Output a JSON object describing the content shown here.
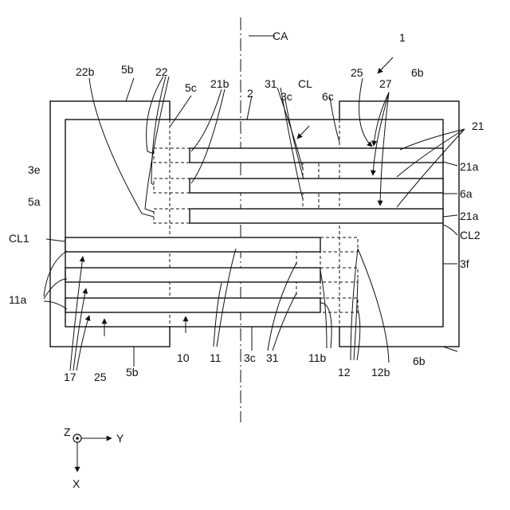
{
  "figure": {
    "labels": {
      "n1": "1",
      "CA": "CA",
      "CL": "CL",
      "CL1": "CL1",
      "CL2": "CL2",
      "n2": "2",
      "n3c": "3c",
      "n3e": "3e",
      "n3f": "3f",
      "n5a": "5a",
      "n5b": "5b",
      "n5c": "5c",
      "n6a": "6a",
      "n6b": "6b",
      "n6c": "6c",
      "n10": "10",
      "n11": "11",
      "n11a": "11a",
      "n11b": "11b",
      "n12": "12",
      "n12b": "12b",
      "n17": "17",
      "n21": "21",
      "n21a": "21a",
      "n21b": "21b",
      "n22": "22",
      "n22b": "22b",
      "n25": "25",
      "n27": "27",
      "n31": "31"
    },
    "axes": {
      "z": "Z",
      "y": "Y",
      "x": "X"
    }
  }
}
